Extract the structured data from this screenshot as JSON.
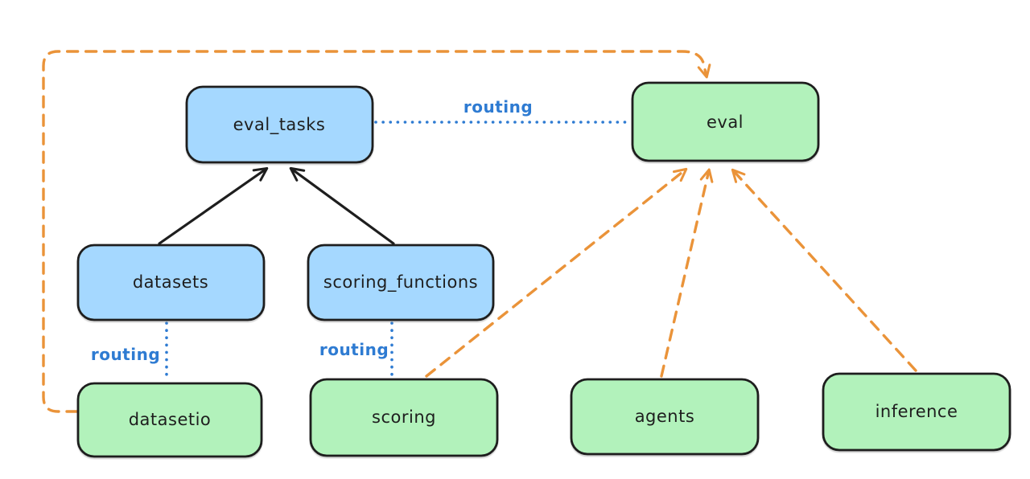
{
  "diagram": {
    "background": "#ffffff",
    "colors": {
      "node_border": "#1e1e1e",
      "api_blue_fill": "#a5d8ff",
      "provider_green_fill": "#b2f2bb",
      "routing_blue": "#2e7bd2",
      "dashed_orange": "#ea9339",
      "solid_black": "#1e1e1e",
      "label_text": "#1e1e1e"
    },
    "nodes": {
      "eval_tasks": {
        "label": "eval_tasks",
        "fill": "#a5d8ff"
      },
      "eval": {
        "label": "eval",
        "fill": "#b2f2bb"
      },
      "datasets": {
        "label": "datasets",
        "fill": "#a5d8ff"
      },
      "scoring_functions": {
        "label": "scoring_functions",
        "fill": "#a5d8ff"
      },
      "datasetio": {
        "label": "datasetio",
        "fill": "#b2f2bb"
      },
      "scoring": {
        "label": "scoring",
        "fill": "#b2f2bb"
      },
      "agents": {
        "label": "agents",
        "fill": "#b2f2bb"
      },
      "inference": {
        "label": "inference",
        "fill": "#b2f2bb"
      }
    },
    "edges": {
      "datasets_to_eval_tasks": {
        "from": "datasets",
        "to": "eval_tasks",
        "style": "solid-arrow",
        "color": "#1e1e1e"
      },
      "scoring_functions_to_eval_tasks": {
        "from": "scoring_functions",
        "to": "eval_tasks",
        "style": "solid-arrow",
        "color": "#1e1e1e"
      },
      "eval_tasks_to_eval": {
        "from": "eval_tasks",
        "to": "eval",
        "style": "dotted",
        "label": "routing",
        "color": "#2e7bd2"
      },
      "datasets_to_datasetio": {
        "from": "datasets",
        "to": "datasetio",
        "style": "dotted",
        "label": "routing",
        "color": "#2e7bd2"
      },
      "scoring_functions_to_scoring": {
        "from": "scoring_functions",
        "to": "scoring",
        "style": "dotted",
        "label": "routing",
        "color": "#2e7bd2"
      },
      "datasetio_to_eval": {
        "from": "datasetio",
        "to": "eval",
        "style": "dashed-arrow",
        "color": "#ea9339"
      },
      "scoring_to_eval": {
        "from": "scoring",
        "to": "eval",
        "style": "dashed-arrow",
        "color": "#ea9339"
      },
      "agents_to_eval": {
        "from": "agents",
        "to": "eval",
        "style": "dashed-arrow",
        "color": "#ea9339"
      },
      "inference_to_eval": {
        "from": "inference",
        "to": "eval",
        "style": "dashed-arrow",
        "color": "#ea9339"
      }
    }
  }
}
